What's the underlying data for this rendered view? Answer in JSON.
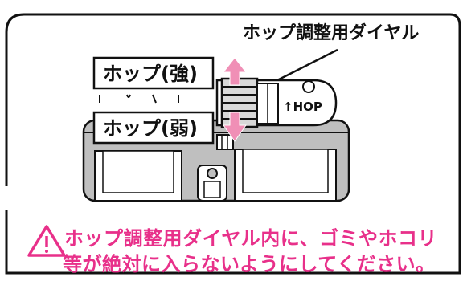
{
  "callout": {
    "label": "ホップ調整用ダイヤル"
  },
  "labels": {
    "hop_strong": "ホップ(強)",
    "hop_weak": "ホップ(弱)"
  },
  "dial": {
    "marking": "↑HOP"
  },
  "warning": {
    "line1": "ホップ調整用ダイヤル内に、ゴミやホコリ",
    "line2": "等が絶対に入らないようにしてください。",
    "color": "#e8308a"
  },
  "colors": {
    "arrow": "#f08fb6",
    "outline": "#111111",
    "body_gray": "#bfbfbf"
  },
  "icons": {
    "warning": "warning-triangle-icon",
    "up_arrow": "arrow-up-icon",
    "down_arrow": "arrow-down-icon"
  }
}
